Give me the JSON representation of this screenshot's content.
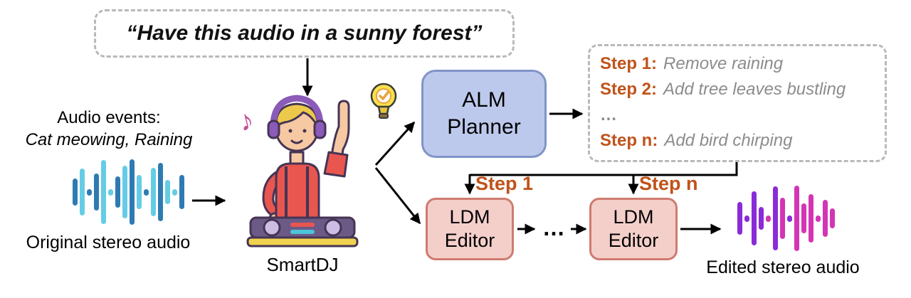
{
  "figure": {
    "prompt": "“Have this audio in a sunny forest”",
    "audio_events_title": "Audio events:",
    "audio_events_value": "Cat meowing, Raining",
    "original_caption": "Original stereo audio",
    "dj_label": "SmartDJ",
    "alm_line1": "ALM",
    "alm_line2": "Planner",
    "ldm_line1": "LDM",
    "ldm_line2": "Editor",
    "ldm_between": "…",
    "edited_caption": "Edited stereo audio"
  },
  "plan": {
    "rows": [
      {
        "label": "Step 1:",
        "text": "Remove raining"
      },
      {
        "label": "Step 2:",
        "text": "Add tree leaves bustling"
      },
      {
        "label": "",
        "text": "…"
      },
      {
        "label": "Step n:",
        "text": "Add bird chirping"
      }
    ]
  },
  "branch_labels": {
    "first": "Step 1",
    "last": "Step n"
  },
  "icons": {
    "lightbulb": "idea-lightbulb-with-check",
    "music_note": "♪"
  },
  "colors": {
    "alm_fill": "#bdc9ec",
    "alm_border": "#8094c8",
    "ldm_fill": "#f4cfca",
    "ldm_border": "#cf7b70",
    "step_label_orange": "#c0531a",
    "step_text_gray": "#8c8c8c",
    "dashed_border_gray": "#b9b9b9",
    "arrow_black": "#000000"
  },
  "waveforms": {
    "original": {
      "colors": [
        "#2e7bb3",
        "#66cce6"
      ],
      "bars": [
        {
          "h": 38,
          "c": 0
        },
        {
          "h": 66,
          "c": 1
        },
        {
          "h": 9,
          "c": 0
        },
        {
          "h": 52,
          "c": 0
        },
        {
          "h": 90,
          "c": 1
        },
        {
          "h": 9,
          "c": 1
        },
        {
          "h": 44,
          "c": 0
        },
        {
          "h": 74,
          "c": 1
        },
        {
          "h": 92,
          "c": 0
        },
        {
          "h": 48,
          "c": 1
        },
        {
          "h": 9,
          "c": 0
        },
        {
          "h": 68,
          "c": 1
        },
        {
          "h": 82,
          "c": 0
        },
        {
          "h": 34,
          "c": 1
        },
        {
          "h": 9,
          "c": 1
        },
        {
          "h": 48,
          "c": 0
        }
      ]
    },
    "edited": {
      "colors": [
        "#8a2bd8",
        "#d335b5"
      ],
      "bars": [
        {
          "h": 46,
          "c": 0
        },
        {
          "h": 9,
          "c": 0
        },
        {
          "h": 76,
          "c": 0
        },
        {
          "h": 32,
          "c": 0
        },
        {
          "h": 9,
          "c": 1
        },
        {
          "h": 90,
          "c": 0
        },
        {
          "h": 58,
          "c": 1
        },
        {
          "h": 9,
          "c": 0
        },
        {
          "h": 92,
          "c": 1
        },
        {
          "h": 42,
          "c": 1
        },
        {
          "h": 68,
          "c": 1
        },
        {
          "h": 9,
          "c": 1
        },
        {
          "h": 52,
          "c": 1
        },
        {
          "h": 28,
          "c": 1
        }
      ]
    }
  }
}
